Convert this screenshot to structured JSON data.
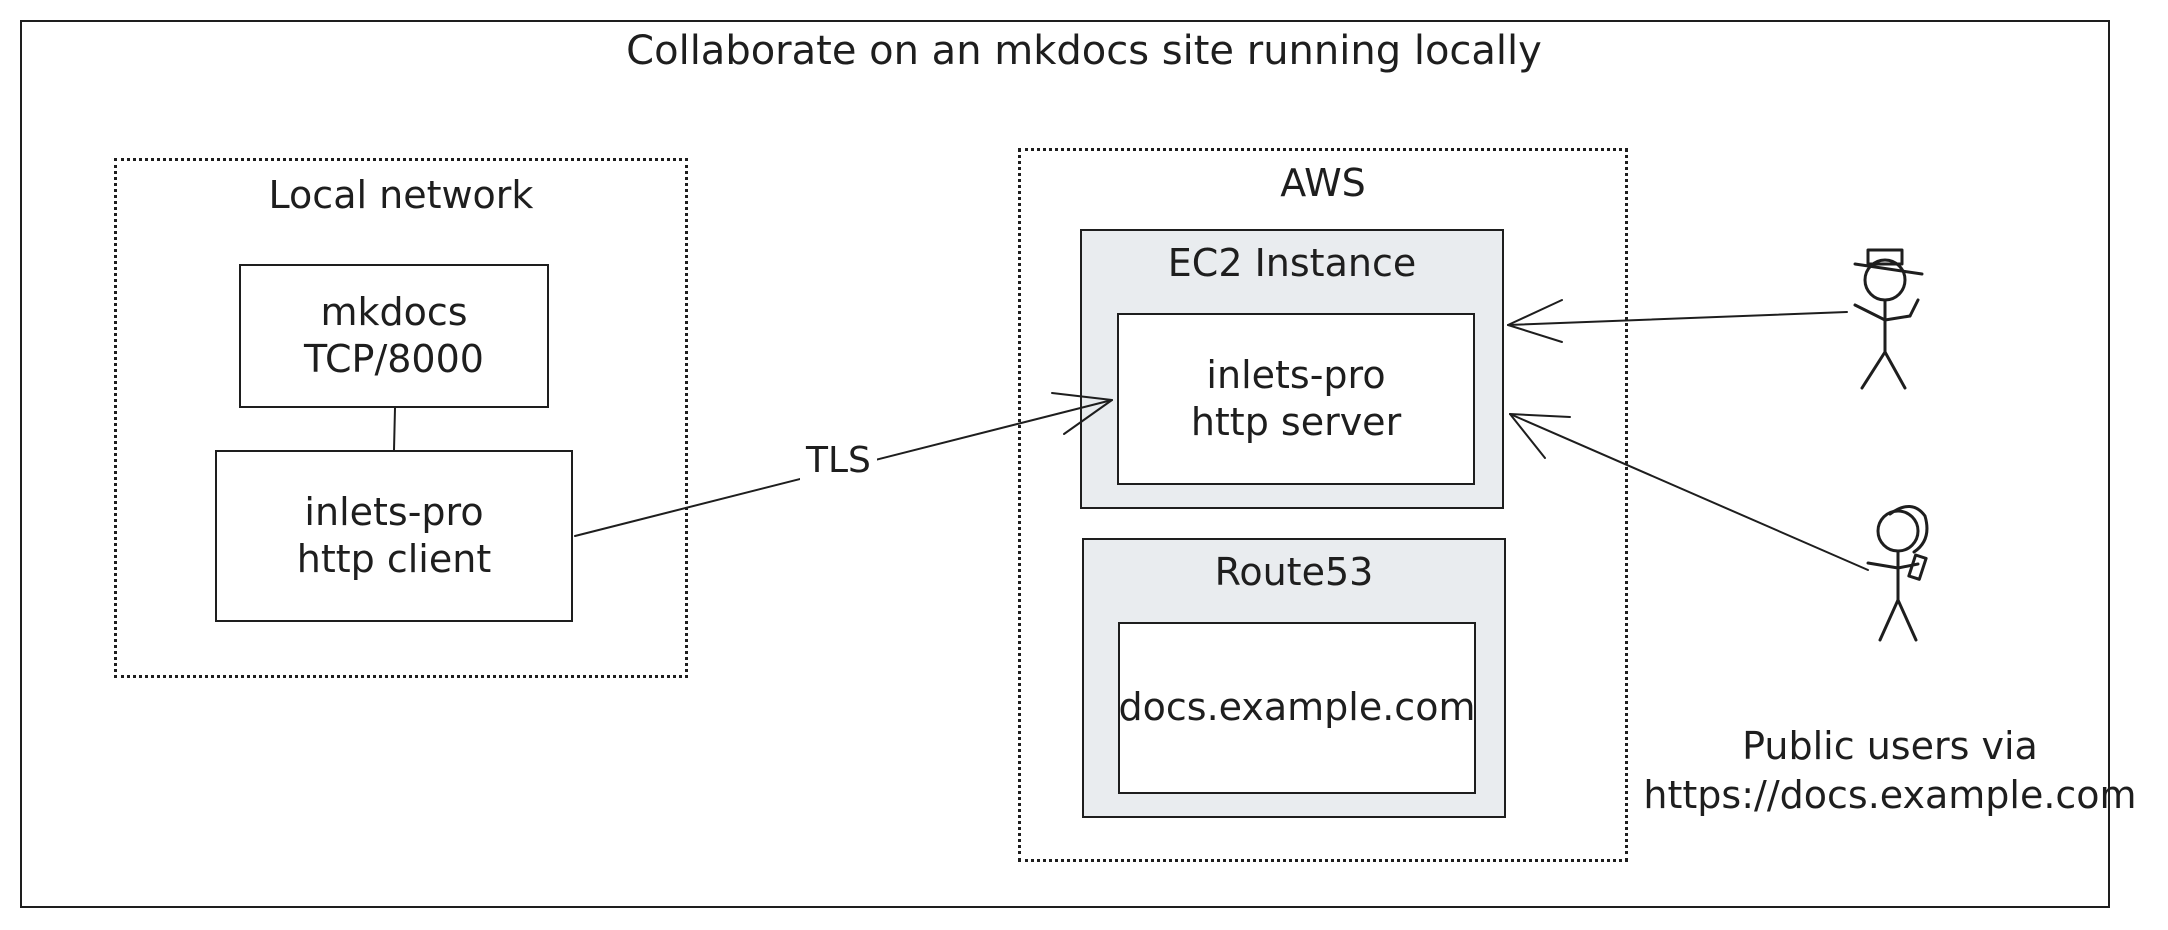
{
  "title": "Collaborate on an mkdocs site running locally",
  "local_network": {
    "label": "Local network",
    "mkdocs": {
      "line1": "mkdocs",
      "line2": "TCP/8000"
    },
    "client": {
      "line1": "inlets-pro",
      "line2": "http client"
    }
  },
  "aws": {
    "label": "AWS",
    "ec2": {
      "label": "EC2 Instance",
      "server": {
        "line1": "inlets-pro",
        "line2": "http server"
      }
    },
    "route53": {
      "label": "Route53",
      "domain": "docs.example.com"
    }
  },
  "connection_label": "TLS",
  "public_users": {
    "line1": "Public users via",
    "line2": "https://docs.example.com"
  }
}
